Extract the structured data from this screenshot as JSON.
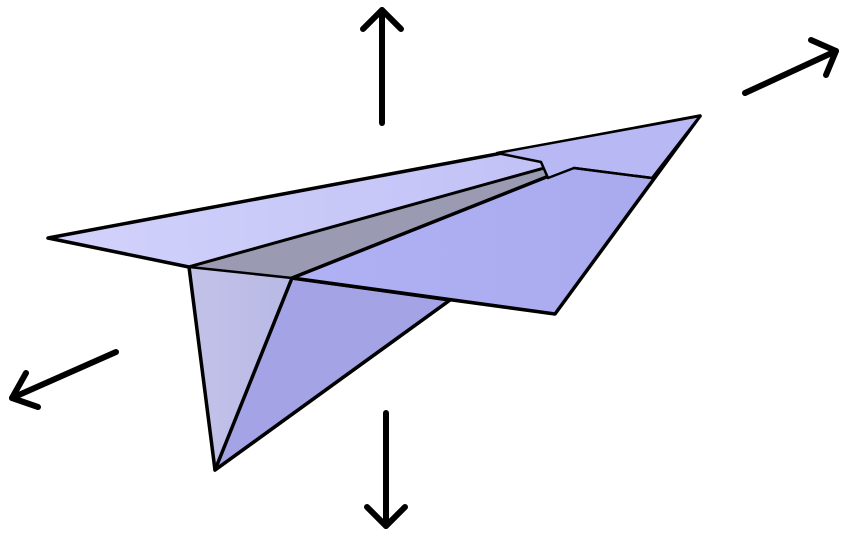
{
  "diagram": {
    "subject_icon": "paper-airplane-icon",
    "force_arrows": [
      {
        "icon": "arrow-up-icon",
        "direction": "up"
      },
      {
        "icon": "arrow-down-icon",
        "direction": "down"
      },
      {
        "icon": "arrow-forward-icon",
        "direction": "forward"
      },
      {
        "icon": "arrow-backward-icon",
        "direction": "backward"
      }
    ],
    "colors": {
      "outline": "#000000",
      "background": "#ffffff",
      "wing_top": "#c5c5f7",
      "wing_side": "#adadf0",
      "keel": "#a8a8e8",
      "keel_light": "#bebee6",
      "crease": "#9c9ce0",
      "fuselage_shadow": "#8f8fae"
    }
  }
}
